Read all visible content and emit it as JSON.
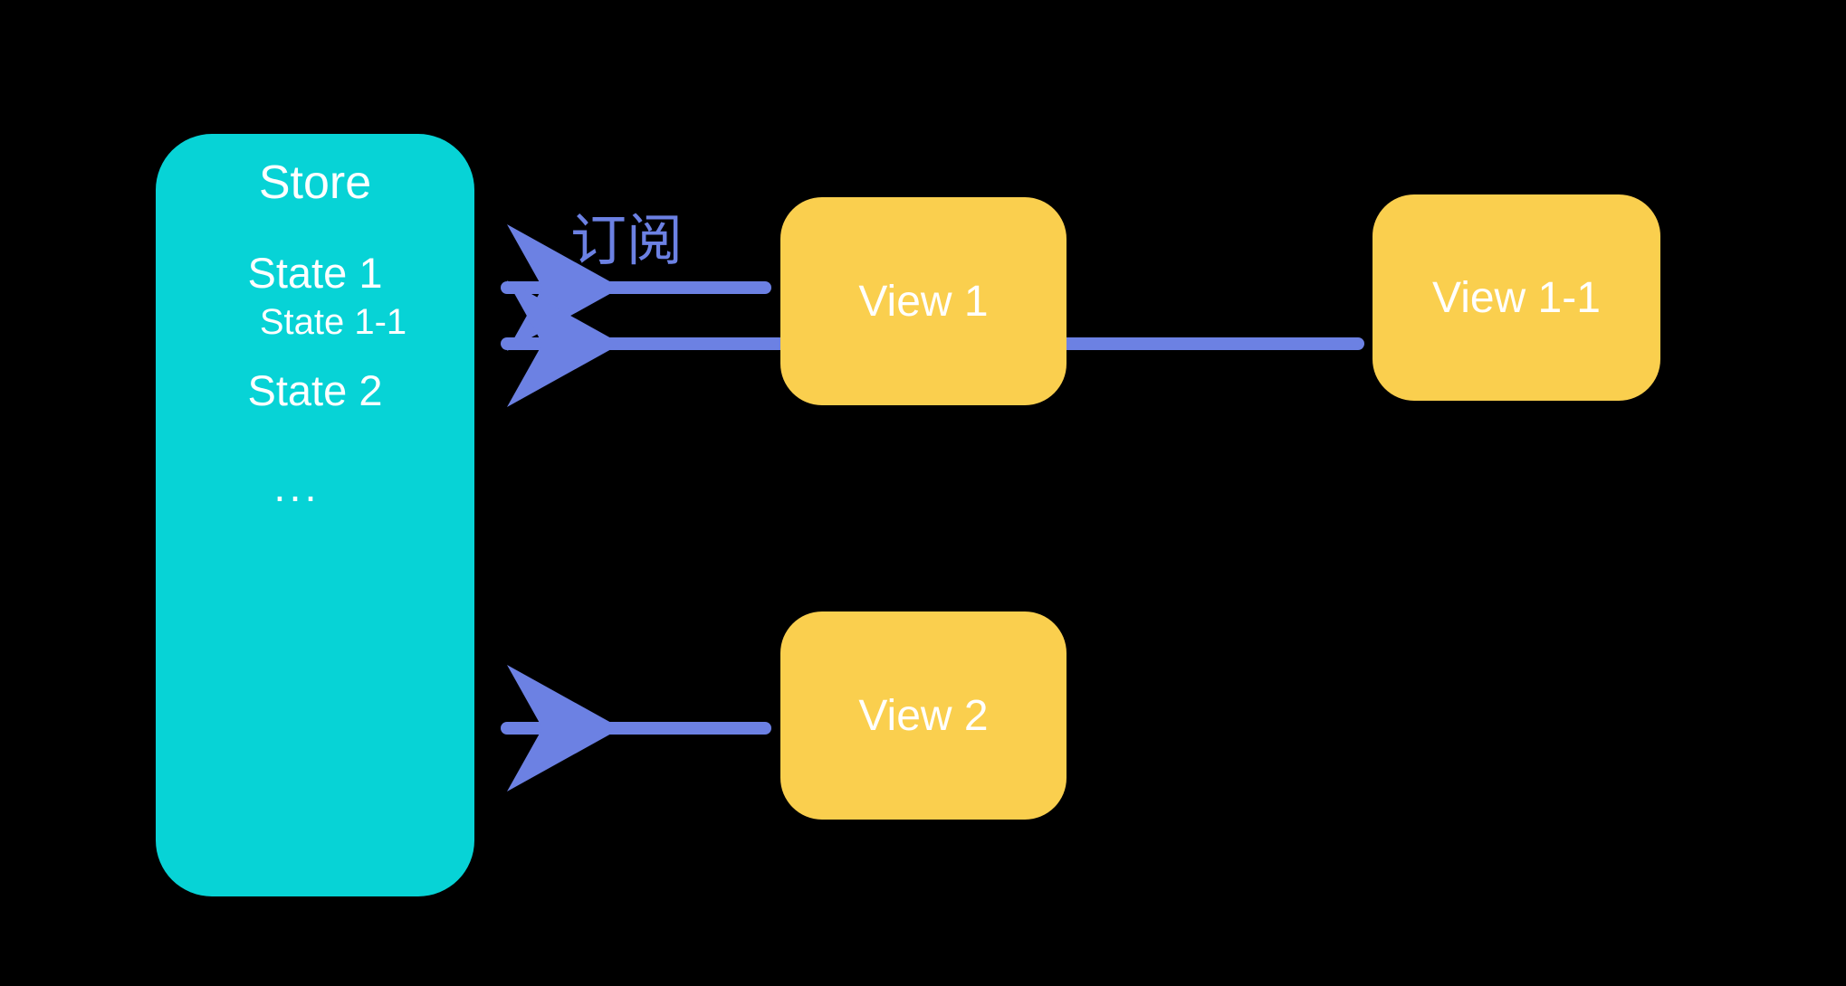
{
  "diagram": {
    "title": "Store / View subscription diagram",
    "background_color": "#000000",
    "colors": {
      "store_fill": "#07D3D6",
      "view_fill": "#FACF4E",
      "connector": "#6C81E3",
      "node_text": "#FFFFFF",
      "label_text": "#6C81E3"
    }
  },
  "store": {
    "title": "Store",
    "states": [
      {
        "label": "State 1",
        "level": 0
      },
      {
        "label": "State 1-1",
        "level": 1
      },
      {
        "label": "State 2",
        "level": 0
      }
    ],
    "ellipsis": "..."
  },
  "views": [
    {
      "id": "view-1",
      "label": "View 1"
    },
    {
      "id": "view-1-1",
      "label": "View 1-1"
    },
    {
      "id": "view-2",
      "label": "View 2"
    }
  ],
  "edges": [
    {
      "id": "edge-view1-to-state1",
      "from": "View 1",
      "to": "State 1",
      "label": "订阅",
      "arrow": "left",
      "color": "#6C81E3"
    },
    {
      "id": "edge-view11-to-state1-1",
      "from": "View 1-1",
      "to": "State 1-1",
      "label": "",
      "arrow": "left",
      "color": "#6C81E3"
    },
    {
      "id": "edge-view1-to-view11",
      "from": "View 1",
      "to": "View 1-1",
      "label": "",
      "arrow": "none",
      "color": "#6C81E3"
    },
    {
      "id": "edge-view2-to-store",
      "from": "View 2",
      "to": "Store",
      "label": "",
      "arrow": "left",
      "color": "#6C81E3"
    }
  ],
  "labels": {
    "subscribe": "订阅"
  }
}
